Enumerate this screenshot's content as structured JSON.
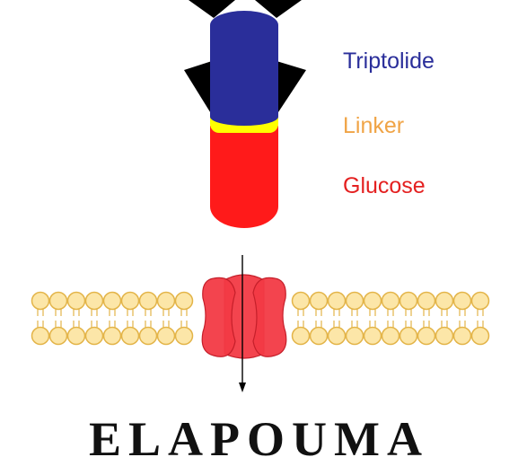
{
  "colors": {
    "triptolide": "#2a2e9a",
    "linker": "#ffff00",
    "glucose": "#ff1a1a",
    "wings": "#000000",
    "lipid_fill": "#fce6a8",
    "lipid_stroke": "#e3b448",
    "channel": "#f23a44",
    "channel_stroke": "#c51f2a",
    "arrow": "#000000",
    "title": "#111111"
  },
  "legend": {
    "triptolide": {
      "label": "Triptolide",
      "color": "#2a2e9a"
    },
    "linker": {
      "label": "Linker",
      "color": "#f0a446"
    },
    "glucose": {
      "label": "Glucose",
      "color": "#e42020"
    }
  },
  "title": "ELAPOUMA"
}
